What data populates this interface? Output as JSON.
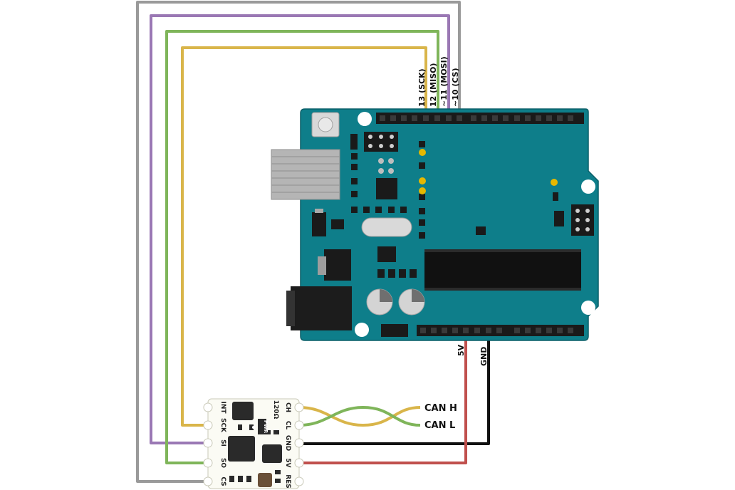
{
  "arduino": {
    "pin_labels": {
      "sck": "13 (SCK)",
      "miso": "12 (MISO)",
      "mosi": "~11 (MOSI)",
      "cs": "~10 (CS)",
      "v5": "5V",
      "gnd": "GND"
    }
  },
  "can_module": {
    "left_pins": [
      "INT",
      "SCK",
      "SI",
      "SO",
      "CS"
    ],
    "mid_labels": {
      "pwr": "PWR",
      "ohm": "120Ω"
    },
    "right_pins": [
      "CH",
      "CL",
      "GND",
      "5V",
      "RES"
    ]
  },
  "bus_labels": {
    "can_h": "CAN H",
    "can_l": "CAN L"
  },
  "colors": {
    "board": "#0e7e8a",
    "wire_sck": "#d9b54a",
    "wire_miso": "#7fb55a",
    "wire_mosi": "#9a78b4",
    "wire_cs": "#9a9a9a",
    "wire_5v": "#c0504d",
    "wire_gnd": "#111111"
  }
}
